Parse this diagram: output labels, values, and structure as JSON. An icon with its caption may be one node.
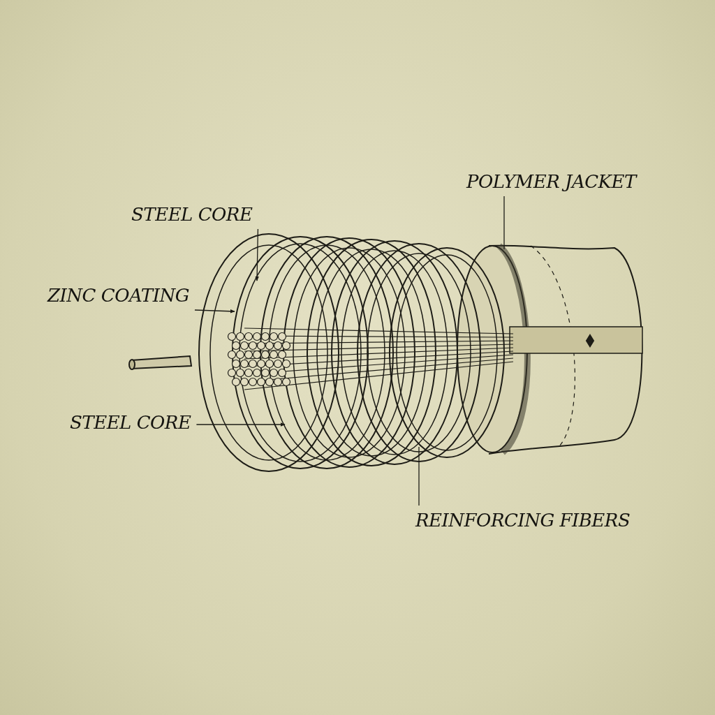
{
  "diagram": {
    "nodes": [
      {
        "text": [
          "STEEL CORE"
        ]
      },
      {
        "text": [
          "ZINC COATING"
        ]
      },
      {
        "text": [
          "STEEL CORE"
        ]
      },
      {
        "text": [
          "POLYMER JACKET"
        ]
      },
      {
        "text": [
          "REINFORCING FIBERS"
        ]
      }
    ],
    "edges": [
      {
        "from": 0,
        "to": null,
        "arrow": "to"
      },
      {
        "from": 1,
        "to": null,
        "arrow": "to"
      },
      {
        "from": 2,
        "to": null,
        "arrow": "to"
      },
      {
        "from": 3,
        "to": null,
        "arrow": "none"
      },
      {
        "from": 4,
        "to": null,
        "arrow": "none"
      }
    ]
  }
}
